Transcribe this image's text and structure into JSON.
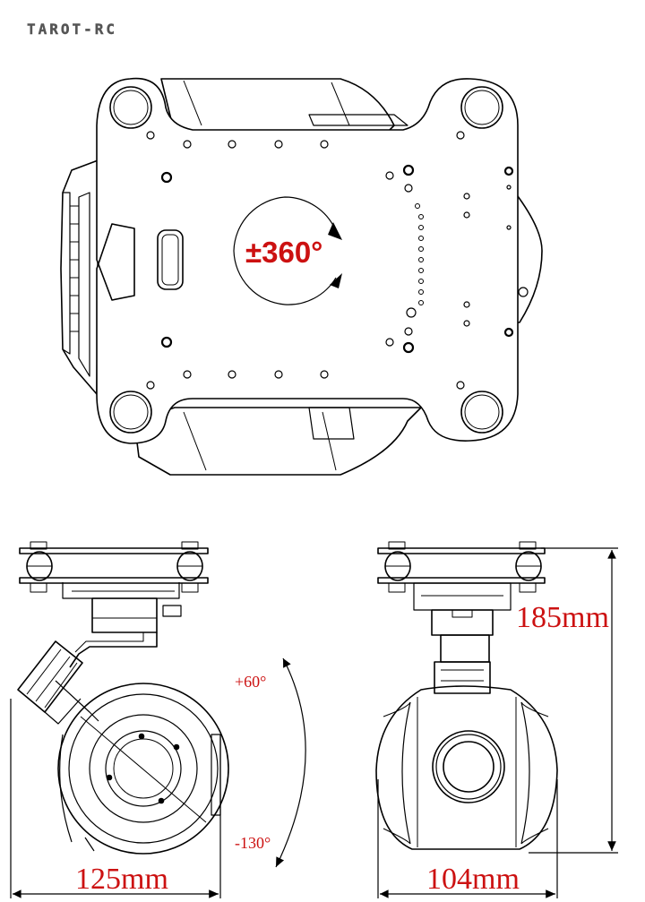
{
  "brand": {
    "logo_text": "TAROT-RC"
  },
  "top_view": {
    "rotation_label": "±360°"
  },
  "side_view": {
    "tilt_up_label": "+60°",
    "tilt_down_label": "-130°",
    "width_label": "125mm"
  },
  "front_view": {
    "height_label": "185mm",
    "width_label": "104mm"
  },
  "colors": {
    "line": "#000000",
    "accent": "#cc1111"
  }
}
